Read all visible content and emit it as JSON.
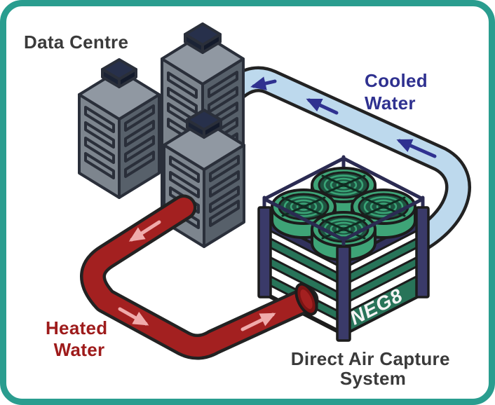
{
  "labels": {
    "data_centre": "Data Centre",
    "cooled_water": {
      "line1": "Cooled",
      "line2": "Water"
    },
    "heated_water": {
      "line1": "Heated",
      "line2": "Water"
    },
    "dac": {
      "line1": "Direct Air Capture",
      "line2": "System"
    },
    "dac_unit_brand": "NEG8"
  },
  "flows": [
    {
      "name": "Heated Water",
      "from": "Data Centre",
      "to": "Direct Air Capture System",
      "arrow_count": 3
    },
    {
      "name": "Cooled Water",
      "from": "Direct Air Capture System",
      "to": "Data Centre",
      "arrow_count": 3
    }
  ],
  "colors": {
    "border": "#2a9d8f",
    "canvas_background": "#ffffff",
    "data_centre_text": "#3a3a3a",
    "cooled_water_text": "#2f3190",
    "cooled_water_pipe": "#bdd9ed",
    "cooled_water_arrow": "#2f3190",
    "heated_water_text": "#9e1b1b",
    "heated_water_pipe": "#a32020",
    "heated_water_arrow": "#f0abab",
    "dac_label_text": "#3a3a3a",
    "dac_brand_text": "#f4f4f4",
    "dac_green": "#287459",
    "dac_bright_green": "#3ea477",
    "dac_navy": "#3a3a69",
    "building_grey": "#7d858e"
  }
}
